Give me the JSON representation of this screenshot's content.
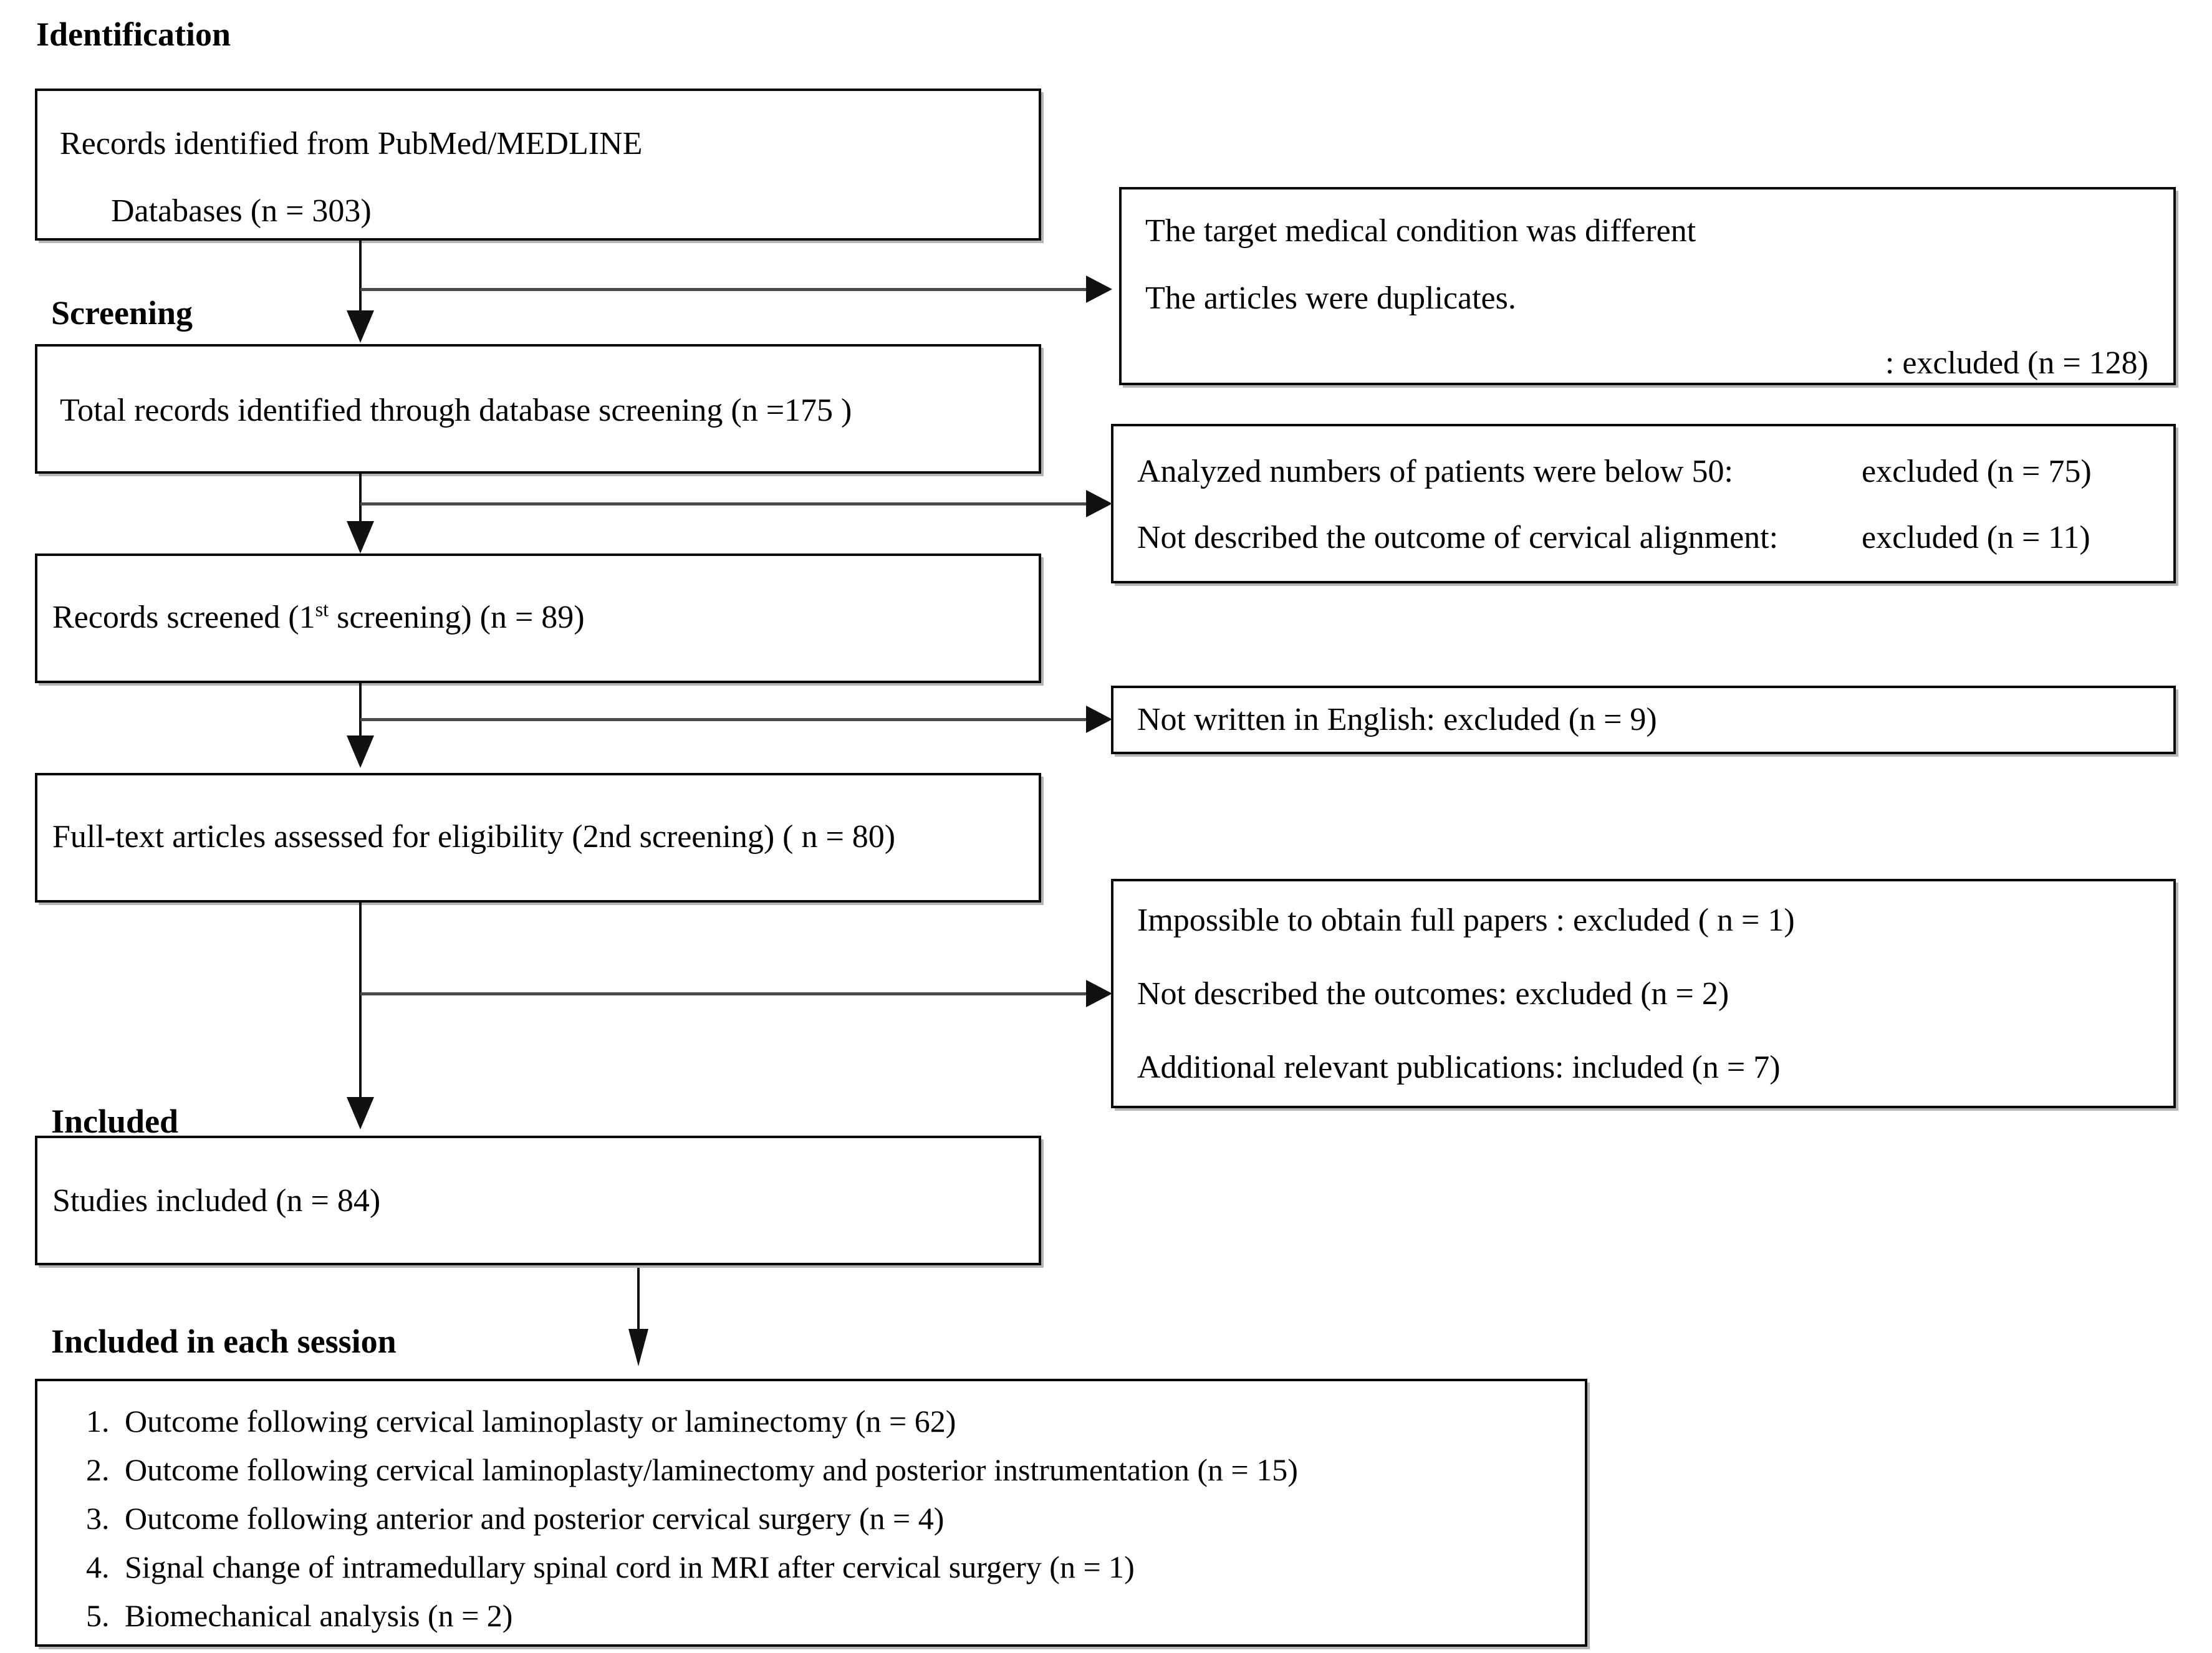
{
  "diagram": {
    "title": "PRISMA study selection flow diagram",
    "stages": [
      {
        "id": "identification",
        "label": "Identification"
      },
      {
        "id": "screening",
        "label": "Screening"
      },
      {
        "id": "included",
        "label": "Included"
      },
      {
        "id": "included-each-session",
        "label": "Included in each session"
      }
    ]
  },
  "flow": {
    "identified": {
      "line1": "Records identified from PubMed/MEDLINE",
      "line2": "Databases (n = 303)",
      "n": 303
    },
    "total_records": {
      "text": "Total records identified through database screening  (n =175 )",
      "n": 175
    },
    "records_screened": {
      "prefix": "Records screened (1",
      "sup": "st",
      "suffix": " screening) (n = 89)",
      "n": 89
    },
    "full_text": {
      "text": "Full-text articles assessed for eligibility (2nd screening) ( n = 80)",
      "n": 80
    },
    "studies_included": {
      "text": "Studies included (n = 84)",
      "n": 84
    }
  },
  "exclusions": {
    "box1": {
      "line1": "The target medical condition was different",
      "line2": "The articles were duplicates.",
      "line3": ": excluded (n = 128)",
      "n": 128
    },
    "box2": {
      "line1": "Analyzed numbers of patients were below 50:",
      "line1_right": "excluded (n = 75)",
      "line2": "Not described the outcome of cervical alignment:",
      "line2_right": "excluded (n = 11)",
      "n_below50": 75,
      "n_no_alignment": 11
    },
    "box3": {
      "line1": "Not written in English:   excluded (n = 9)",
      "n": 9
    },
    "box4": {
      "line1": "Impossible to obtain full papers : excluded ( n = 1)",
      "line2": "Not described the outcomes: excluded (n = 2)",
      "line3": "Additional relevant publications: included (n =  7)",
      "n_no_fulltext": 1,
      "n_no_outcome": 2,
      "n_additional": 7
    }
  },
  "sessions": {
    "items": [
      {
        "num": "1.",
        "text": "Outcome  following cervical laminoplasty or laminectomy  (n = 62)",
        "n": 62
      },
      {
        "num": "2.",
        "text": "Outcome  following cervical laminoplasty/laminectomy  and posterior instrumentation  (n = 15)",
        "n": 15
      },
      {
        "num": "3.",
        "text": "Outcome  following anterior and posterior cervical surgery (n = 4)",
        "n": 4
      },
      {
        "num": "4.",
        "text": "Signal  change  of intramedullary spinal cord in MRI after cervical surgery (n = 1)",
        "n": 1
      },
      {
        "num": "5.",
        "text": "Biomechanical  analysis (n = 2)",
        "n": 2
      }
    ]
  },
  "colors": {
    "ink": "#0a0a0a",
    "connector": "#4a4a4a",
    "background": "#ffffff"
  }
}
